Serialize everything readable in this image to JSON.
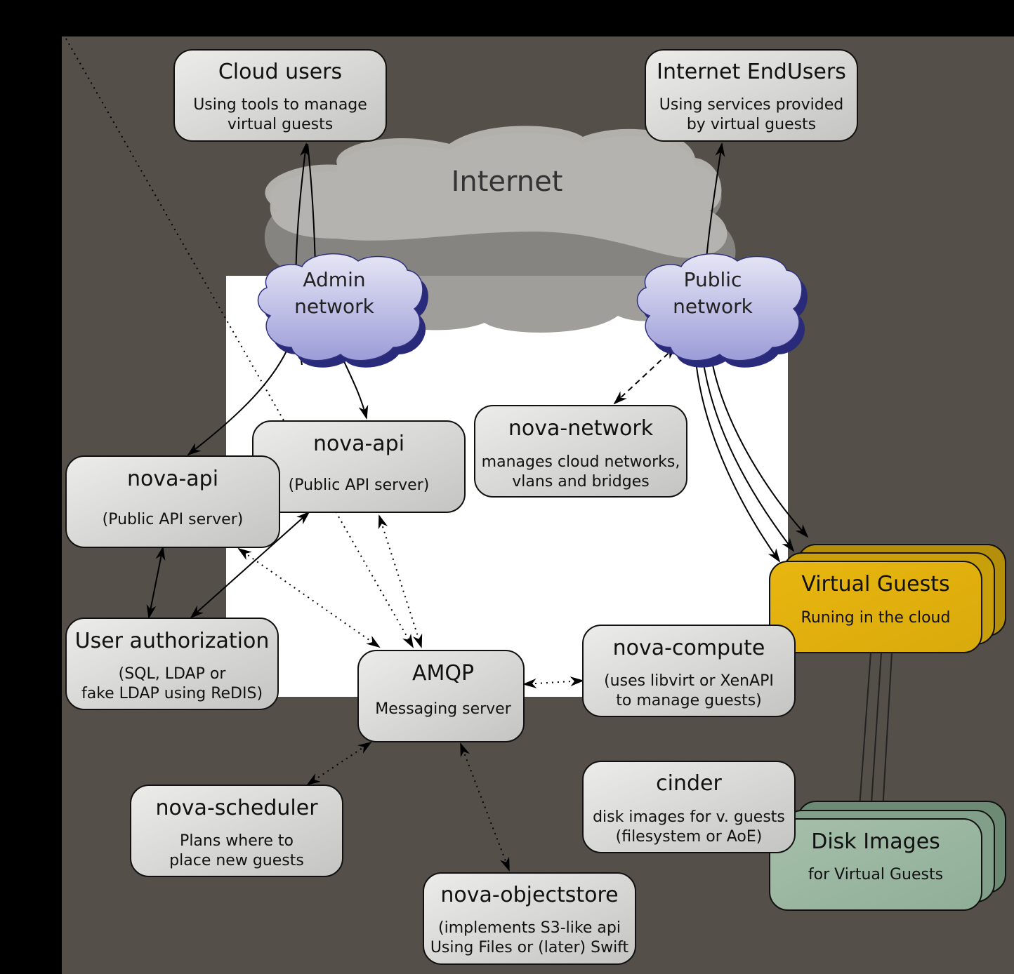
{
  "diagram": {
    "title": "OpenStack Nova architecture",
    "colors": {
      "page_background": "#000000",
      "canvas_background": "#545049",
      "inner_panel": "#ffffff",
      "node_fill": "#d8d8d6",
      "virtual_guests_fill": "#e1b311",
      "disk_images_fill": "#97b39e",
      "network_cloud_fill": "#a8a8e0",
      "network_cloud_edge": "#202070",
      "internet_cloud_fill": "#a5a3a0"
    },
    "internet": {
      "label": "Internet"
    },
    "networks": {
      "admin": {
        "line1": "Admin",
        "line2": "network"
      },
      "public": {
        "line1": "Public",
        "line2": "network"
      }
    },
    "nodes": {
      "cloud_users": {
        "title": "Cloud users",
        "line1": "Using tools to manage",
        "line2": "virtual guests"
      },
      "internet_endusers": {
        "title": "Internet EndUsers",
        "line1": "Using services provided",
        "line2": "by virtual guests"
      },
      "nova_api_left": {
        "title": "nova-api",
        "line1": "(Public API server)"
      },
      "nova_api_right": {
        "title": "nova-api",
        "line1": "(Public API server)"
      },
      "nova_network": {
        "title": "nova-network",
        "line1": "manages cloud networks,",
        "line2": "vlans and bridges"
      },
      "user_auth": {
        "title": "User authorization",
        "line1": "(SQL, LDAP or",
        "line2": "fake LDAP using ReDIS)"
      },
      "amqp": {
        "title": "AMQP",
        "line1": "Messaging server"
      },
      "nova_compute": {
        "title": "nova-compute",
        "line1": "(uses libvirt or XenAPI",
        "line2": "to manage guests)"
      },
      "virtual_guests": {
        "title": "Virtual Guests",
        "line1": "Runing in the cloud"
      },
      "cinder": {
        "title": "cinder",
        "line1": "disk images for  v. guests",
        "line2": "(filesystem or AoE)"
      },
      "disk_images": {
        "title": "Disk Images",
        "line1": "for Virtual Guests"
      },
      "nova_scheduler": {
        "title": "nova-scheduler",
        "line1": "Plans where to",
        "line2": "place new guests"
      },
      "nova_objectstore": {
        "title": "nova-objectstore",
        "line1": "(implements S3-like api",
        "line2": "Using Files or (later) Swift"
      }
    },
    "connections": [
      {
        "from": "admin-network",
        "to": "cloud-users",
        "style": "solid"
      },
      {
        "from": "admin-network",
        "to": "nova-api-left",
        "style": "solid"
      },
      {
        "from": "admin-network",
        "to": "nova-api-right",
        "style": "solid"
      },
      {
        "from": "public-network",
        "to": "internet-endusers",
        "style": "solid"
      },
      {
        "from": "public-network",
        "to": "virtual-guests",
        "style": "solid"
      },
      {
        "from": "public-network",
        "to": "nova-network",
        "style": "dashed"
      },
      {
        "from": "nova-api-left",
        "to": "user-authorization",
        "style": "solid"
      },
      {
        "from": "nova-api-right",
        "to": "user-authorization",
        "style": "solid"
      },
      {
        "from": "nova-api-left",
        "to": "amqp",
        "style": "dotted"
      },
      {
        "from": "nova-api-right",
        "to": "amqp",
        "style": "dotted"
      },
      {
        "from": "amqp",
        "to": "nova-compute",
        "style": "dotted"
      },
      {
        "from": "amqp",
        "to": "nova-scheduler",
        "style": "dotted"
      },
      {
        "from": "amqp",
        "to": "nova-objectstore",
        "style": "dotted"
      },
      {
        "from": "virtual-guests",
        "to": "disk-images",
        "style": "solid"
      }
    ]
  }
}
